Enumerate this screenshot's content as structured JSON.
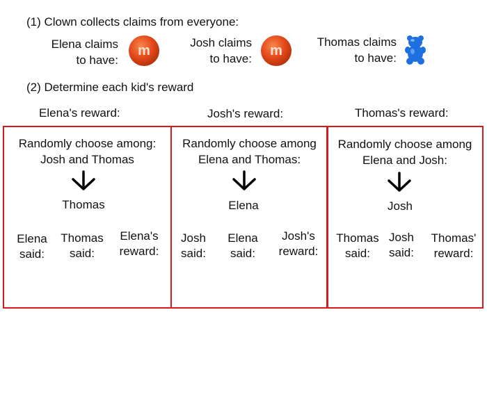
{
  "step1": "(1) Clown collects claims from everyone:",
  "step2": "(2) Determine each kid's reward",
  "claims": [
    {
      "line1": "Elena claims",
      "line2": "to have:",
      "item": "m-and-m-candy-icon"
    },
    {
      "line1": "Josh claims",
      "line2": "to have:",
      "item": "m-and-m-candy-icon"
    },
    {
      "line1": "Thomas claims",
      "line2": "to have:",
      "item": "gummy-bear-icon"
    }
  ],
  "candy_mark": "m",
  "colors": {
    "border": "#d7191c",
    "mm": "#e8541f",
    "gummy": "#1e6fe0"
  },
  "rewards": [
    {
      "title": "Elena's reward:",
      "choose_line1": "Randomly choose among:",
      "choose_line2": "Josh and Thomas",
      "chosen": "Thomas",
      "col1": [
        "Elena",
        "said:"
      ],
      "col2": [
        "Thomas",
        "said:"
      ],
      "col3": [
        "Elena's",
        "reward:"
      ]
    },
    {
      "title": "Josh's reward:",
      "choose_line1": "Randomly choose among",
      "choose_line2": "Elena and Thomas:",
      "chosen": "Elena",
      "col1": [
        "Josh",
        "said:"
      ],
      "col2": [
        "Elena",
        "said:"
      ],
      "col3": [
        "Josh's",
        "reward:"
      ]
    },
    {
      "title": "Thomas's reward:",
      "choose_line1": "Randomly choose among",
      "choose_line2": "Elena and Josh:",
      "chosen": "Josh",
      "col1": [
        "Thomas",
        "said:"
      ],
      "col2": [
        "Josh",
        "said:"
      ],
      "col3": [
        "Thomas'",
        "reward:"
      ]
    }
  ]
}
